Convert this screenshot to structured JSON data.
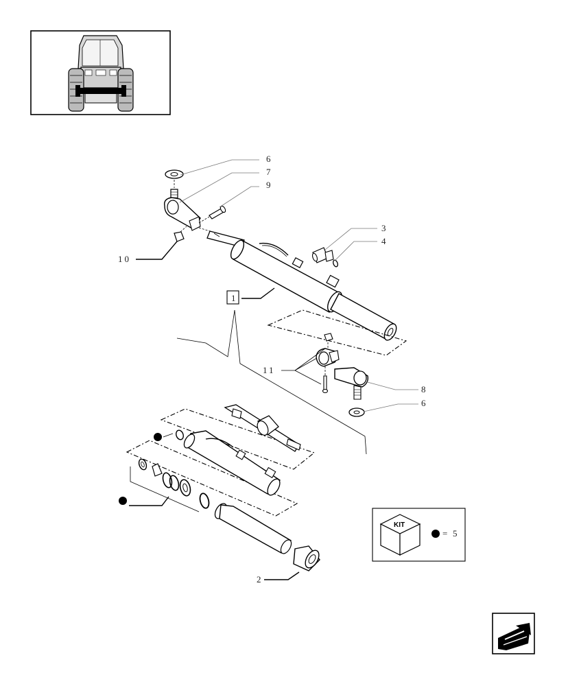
{
  "callouts": [
    {
      "id": "c6top",
      "label": "6"
    },
    {
      "id": "c7",
      "label": "7"
    },
    {
      "id": "c9",
      "label": "9"
    },
    {
      "id": "c10",
      "label": "10"
    },
    {
      "id": "c3",
      "label": "3"
    },
    {
      "id": "c4",
      "label": "4"
    },
    {
      "id": "c1",
      "label": "1"
    },
    {
      "id": "c11",
      "label": "11"
    },
    {
      "id": "c8",
      "label": "8"
    },
    {
      "id": "c6bot",
      "label": "6"
    },
    {
      "id": "c2",
      "label": "2"
    }
  ],
  "kit_legend": {
    "kit_label": "KIT",
    "equals": "=",
    "value": "5"
  },
  "nav": {
    "icon": "arrow-back-icon"
  },
  "thumbnail": {
    "icon": "tractor-front-view-icon"
  }
}
